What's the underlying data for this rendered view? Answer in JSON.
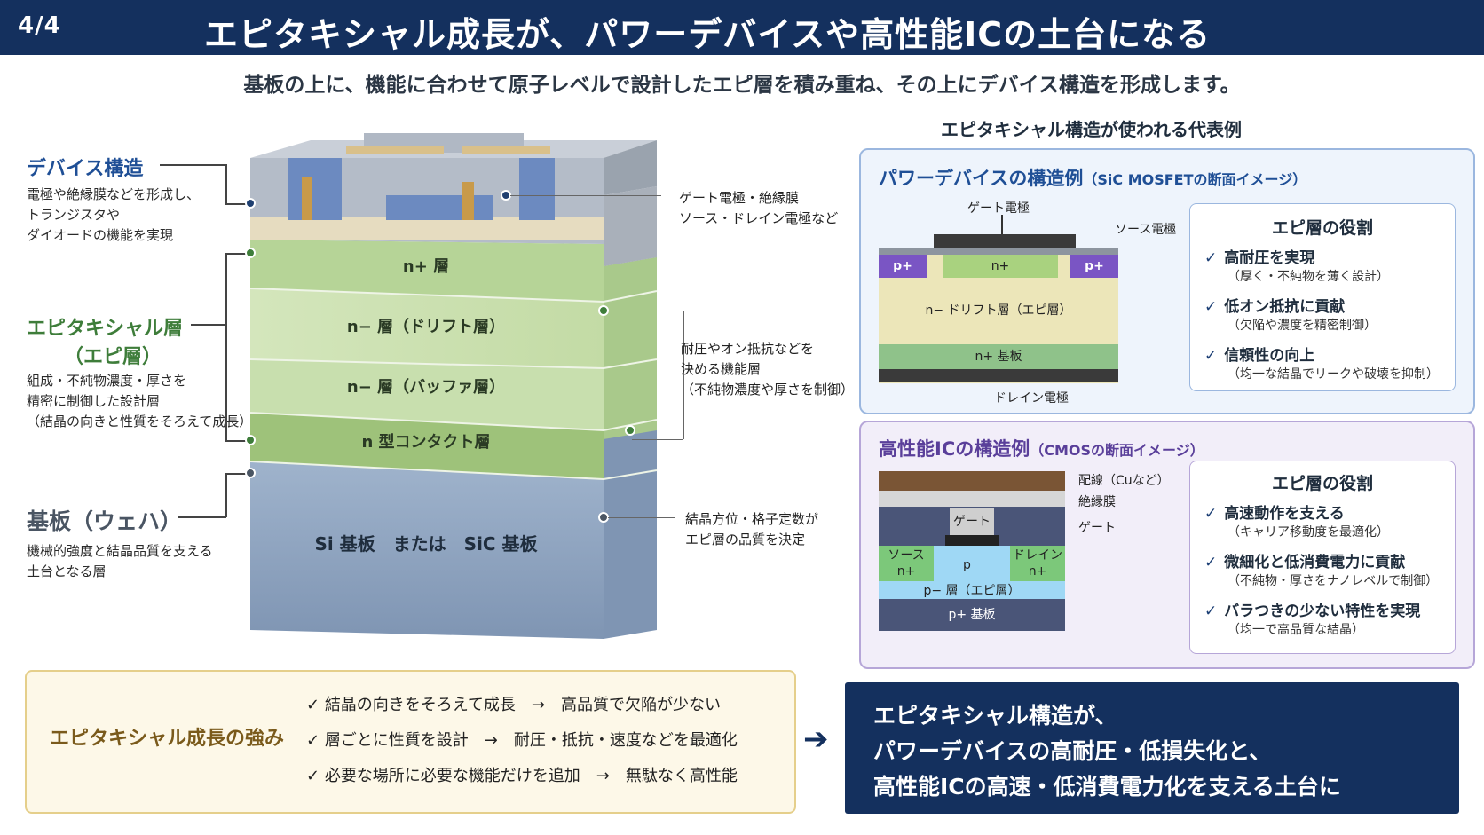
{
  "header": {
    "slide_num": "4/4",
    "title": "エピタキシャル成長が、パワーデバイスや高性能ICの土台になる"
  },
  "subtitle": "基板の上に、機能に合わせて原子レベルで設計したエピ層を積み重ね、その上にデバイス構造を形成します。",
  "left": {
    "device": {
      "title": "デバイス構造",
      "desc": [
        "電極や絶縁膜などを形成し、",
        "トランジスタや",
        "ダイオードの機能を実現"
      ]
    },
    "epi": {
      "title": [
        "エピタキシャル層",
        "（エピ層）"
      ],
      "desc": [
        "組成・不純物濃度・厚さを",
        "精密に制御した設計層",
        "（結晶の向きと性質をそろえて成長）"
      ]
    },
    "substrate": {
      "title": "基板（ウェハ）",
      "desc": [
        "機械的強度と結晶品質を支える",
        "土台となる層"
      ]
    }
  },
  "block": {
    "layers": [
      "n+ 層",
      "n− 層（ドリフト層）",
      "n− 層（バッファ層）",
      "n 型コンタクト層",
      "Si 基板　または　SiC 基板"
    ]
  },
  "callouts": {
    "gate": [
      "ゲート電極・絶縁膜",
      "ソース・ドレイン電極など"
    ],
    "func": [
      "耐圧やオン抵抗などを",
      "決める機能層",
      "（不純物濃度や厚さを制御）"
    ],
    "crystal": [
      "結晶方位・格子定数が",
      "エピ層の品質を決定"
    ]
  },
  "examples_title": "エピタキシャル構造が使われる代表例",
  "power": {
    "title": "パワーデバイスの構造例",
    "title_sub": "（SiC MOSFETの断面イメージ）",
    "labels": {
      "gate": "ゲート電極",
      "source": "ソース電極",
      "p1": "p+",
      "n": "n+",
      "p2": "p+",
      "drift": "n− ドリフト層（エピ層）",
      "sub": "n+ 基板",
      "drain": "ドレイン電極"
    },
    "role_title": "エピ層の役割",
    "roles": [
      {
        "t": "高耐圧を実現",
        "s": "（厚く・不純物を薄く設計）"
      },
      {
        "t": "低オン抵抗に貢献",
        "s": "（欠陥や濃度を精密制御）"
      },
      {
        "t": "信頼性の向上",
        "s": "（均一な結晶でリークや破壊を抑制）"
      }
    ]
  },
  "cmos": {
    "title": "高性能ICの構造例",
    "title_sub": "（CMOSの断面イメージ）",
    "labels": {
      "wiring": "配線（Cuなど）",
      "insulator": "絶縁膜",
      "gate_side": "ゲート",
      "gate": "ゲート",
      "source": "ソース",
      "source_n": "n+",
      "p": "p",
      "drain": "ドレイン",
      "drain_n": "n+",
      "epi": "p− 層（エピ層）",
      "sub": "p+ 基板"
    },
    "role_title": "エピ層の役割",
    "roles": [
      {
        "t": "高速動作を支える",
        "s": "（キャリア移動度を最適化）"
      },
      {
        "t": "微細化と低消費電力に貢献",
        "s": "（不純物・厚さをナノレベルで制御）"
      },
      {
        "t": "バラつきの少ない特性を実現",
        "s": "（均一で高品質な結晶）"
      }
    ]
  },
  "strength": {
    "title": "エピタキシャル成長の強み",
    "rows": [
      "結晶の向きをそろえて成長　→　高品質で欠陥が少ない",
      "層ごとに性質を設計　→　耐圧・抵抗・速度などを最適化",
      "必要な場所に必要な機能だけを追加　→　無駄なく高性能"
    ]
  },
  "summary": [
    "エピタキシャル構造が、",
    "パワーデバイスの高耐圧・低損失化と、",
    "高性能ICの高速・低消費電力化を支える土台に"
  ],
  "colors": {
    "navy": "#14305e",
    "device_blue": "#1f4f96",
    "epi_green": "#3e7d3a",
    "substrate_gray": "#4a5563",
    "gold": "#7a5a1b"
  }
}
